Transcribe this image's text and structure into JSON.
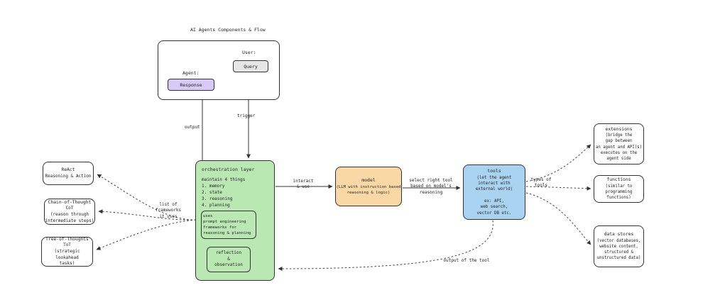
{
  "title": "AI Agents Components & Flow",
  "colors": {
    "orchestration_fill": "#b9e8b2",
    "model_fill": "#f9d8a5",
    "tools_fill": "#a9d3f0",
    "response_fill": "#d8c9f7",
    "query_fill": "#e6e6e6",
    "ink": "#333333"
  },
  "user_agent_panel": {
    "user_label": "User:",
    "query_label": "Query",
    "agent_label": "Agent:",
    "response_label": "Response"
  },
  "orchestration": {
    "title": "orchestration layer",
    "maintain": "maintain 4 things\n1. memory\n2. state\n3. reasoning\n4. planning",
    "uses": "uses\nprompt engineering\nframeworks for\nreasoning & planning",
    "reflection": "reflection\n&\nobservation"
  },
  "model": {
    "name": "model",
    "desc": "(LLM with instruction based\nreasoning & logic)"
  },
  "tools": {
    "name": "tools",
    "desc": "(let the agent\ninteract with\nexternal world)\n\nex: API,\nweb search,\nvector DB etc."
  },
  "frameworks": [
    {
      "name": "ReAct",
      "desc": "Reasoning & Action"
    },
    {
      "name": "Chain-of-Thought",
      "desc": "CoT\n(reason through\nintermediate steps)"
    },
    {
      "name": "Tree-of-Thoughts",
      "desc": "ToT\n(strategic lookahead\ntasks)"
    }
  ],
  "tool_types": [
    {
      "name": "extensions",
      "desc": "(bridge the\ngap between\nan agent and API(s)\nexecutes on the\nagent side"
    },
    {
      "name": "functions",
      "desc": "(similar to\nprogramming functions)"
    },
    {
      "name": "data stores",
      "desc": "(vector databases,\nwebsite content,\nstructured &\nunstructured data)"
    }
  ],
  "arrow_labels": {
    "output": "output",
    "trigger": "trigger",
    "interact": "interact\n& use",
    "select_tool": "select right tool\nbased on model's\nreasoning",
    "list_frameworks": "list of frameworks\nit uses",
    "types_of_tools": "types of\ntools",
    "output_of_tool": "output of the tool"
  }
}
